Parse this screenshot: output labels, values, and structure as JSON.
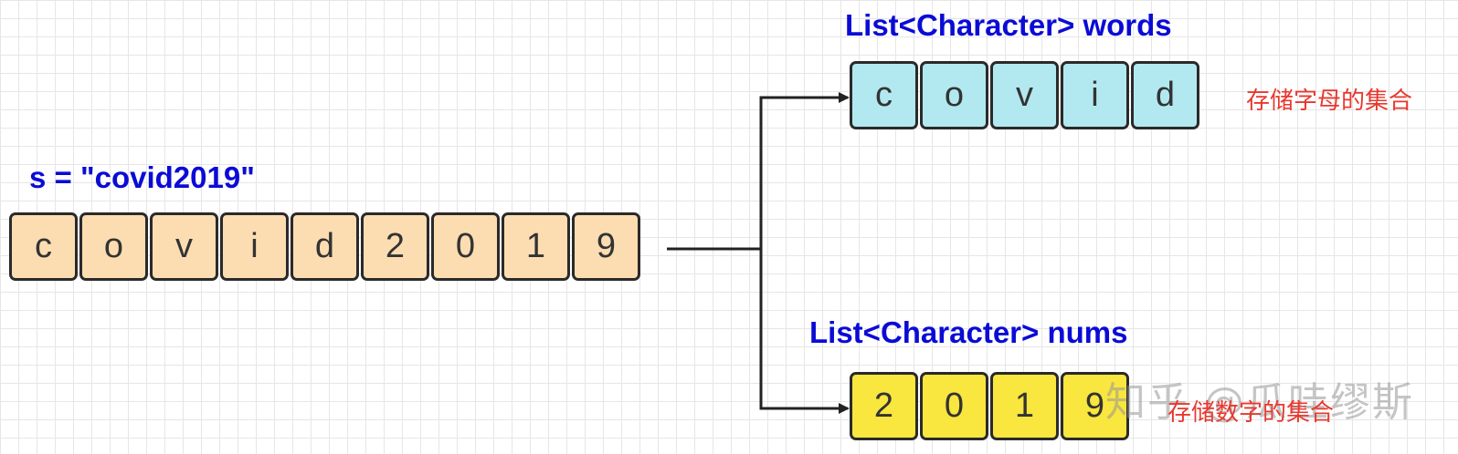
{
  "source": {
    "label": "s = \"covid2019\"",
    "cells": [
      "c",
      "o",
      "v",
      "i",
      "d",
      "2",
      "0",
      "1",
      "9"
    ]
  },
  "words": {
    "label": "List<Character> words",
    "cells": [
      "c",
      "o",
      "v",
      "i",
      "d"
    ],
    "note": "存储字母的集合"
  },
  "nums": {
    "label": "List<Character> nums",
    "cells": [
      "2",
      "0",
      "1",
      "9"
    ],
    "note": "存储数字的集合"
  },
  "watermark": "知乎 @瓜哇缪斯",
  "colors": {
    "label": "#0b0bd6",
    "note": "#e8392f",
    "source_fill": "#fbddb1",
    "words_fill": "#b2e9f0",
    "nums_fill": "#f9e63e"
  }
}
